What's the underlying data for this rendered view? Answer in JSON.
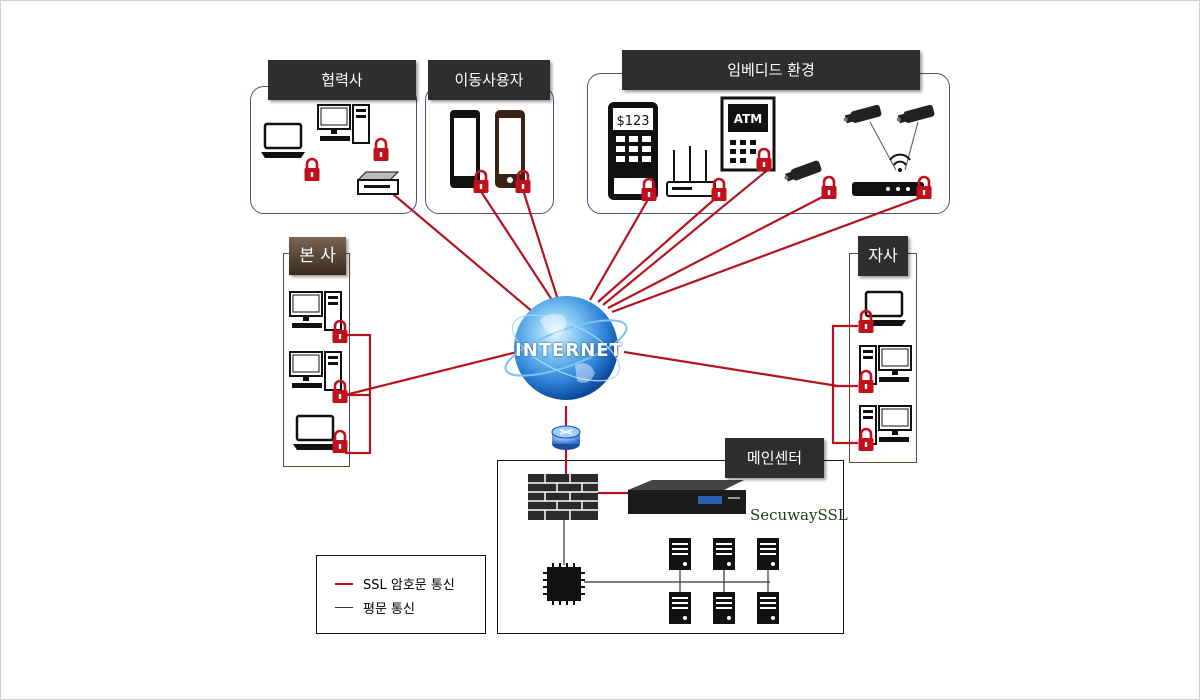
{
  "groups": {
    "partner": "협력사",
    "mobile": "이동사용자",
    "embedded": "임베디드 환경",
    "hq": "본 사",
    "branch": "자사",
    "main_center": "메인센터"
  },
  "internet_label": "INTERNET",
  "device_texts": {
    "pos_price": "$123",
    "atm": "ATM"
  },
  "product_label": "SecuwaySSL",
  "legend": {
    "ssl": "SSL 암호문 통신",
    "plain": "평문 통신"
  },
  "colors": {
    "ssl_line": "#b4141e",
    "plain_line": "#333333",
    "lock": "#c0101c",
    "globe": "#2a7fd6"
  }
}
